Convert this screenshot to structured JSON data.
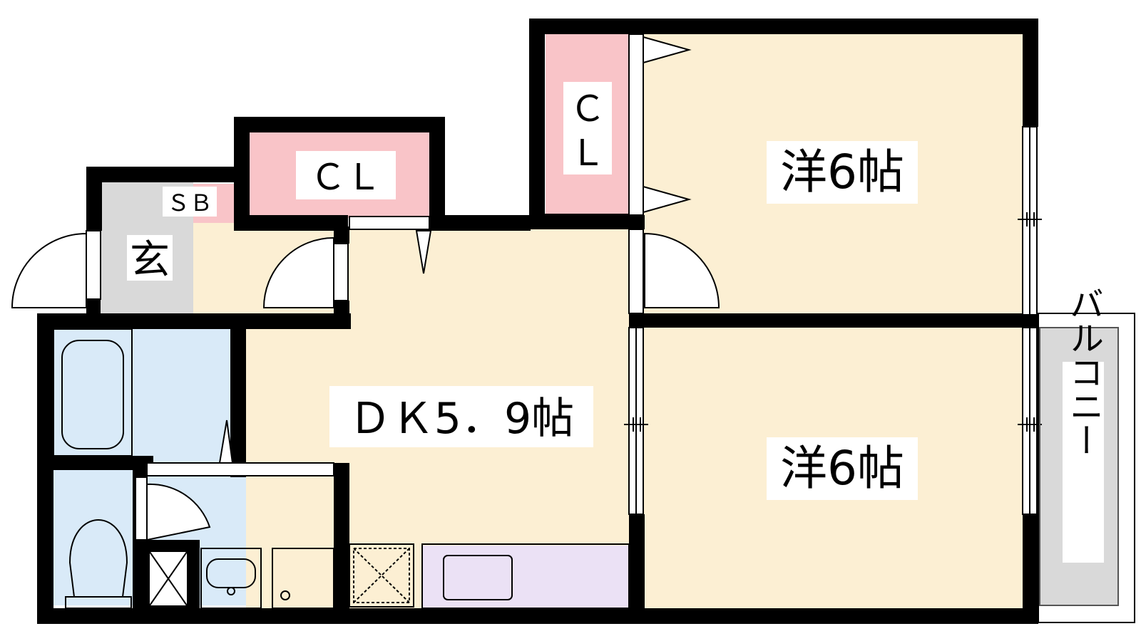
{
  "floorplan": {
    "rooms": {
      "western_room_top": {
        "label": "洋6帖"
      },
      "western_room_bottom": {
        "label": "洋6帖"
      },
      "dining_kitchen": {
        "label": "ＤＫ5．9帖"
      },
      "closet_top": {
        "label_line1": "Ｃ",
        "label_line2": "Ｌ"
      },
      "closet_mid": {
        "label": "ＣＬ"
      },
      "shoe_box": {
        "label": "ＳＢ"
      },
      "entrance": {
        "label": "玄"
      },
      "balcony": {
        "label": "バルコニー"
      }
    }
  }
}
